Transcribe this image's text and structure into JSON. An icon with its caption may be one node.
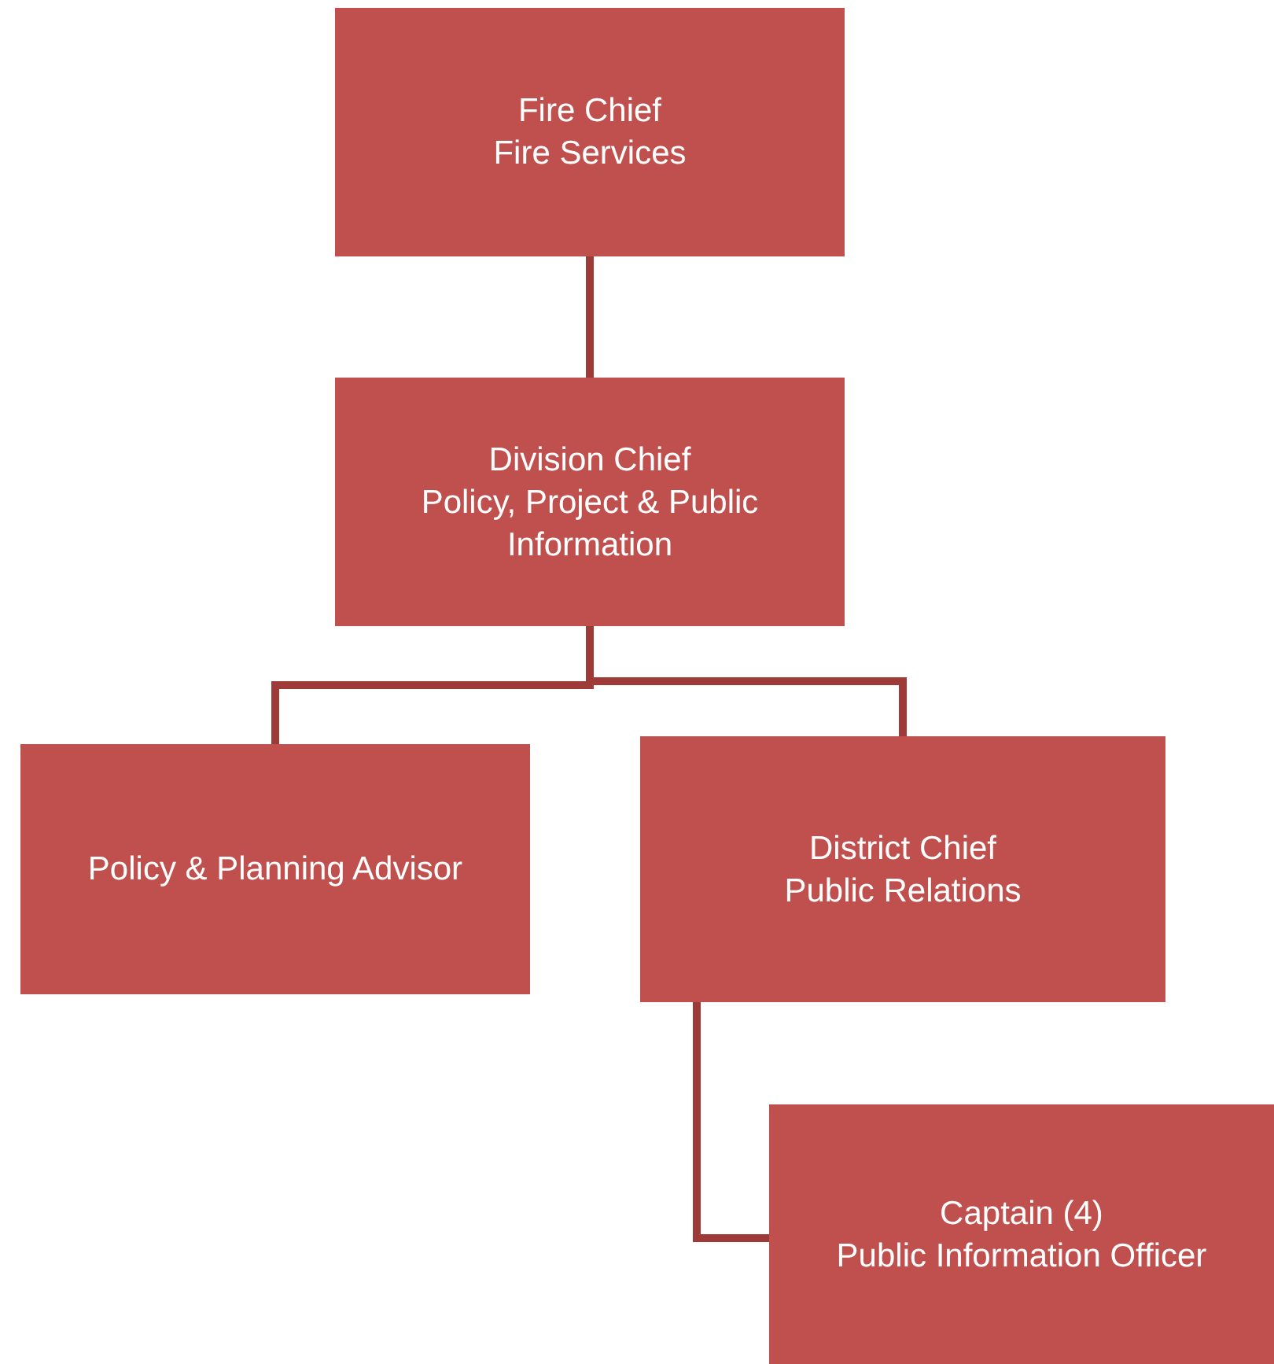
{
  "diagram": {
    "nodes": [
      {
        "text": [
          "Fire Chief",
          "Fire Services"
        ]
      },
      {
        "text": [
          "Division Chief",
          "Policy, Project & Public Information"
        ]
      },
      {
        "text": [
          "Policy & Planning Advisor"
        ]
      },
      {
        "text": [
          "District Chief",
          "Public Relations"
        ]
      },
      {
        "text": [
          "Captain (4)",
          "Public Information Officer"
        ]
      }
    ],
    "edges": [
      {
        "from": 0,
        "to": 1,
        "arrow": "none"
      },
      {
        "from": 1,
        "to": 2,
        "arrow": "none"
      },
      {
        "from": 1,
        "to": 3,
        "arrow": "none"
      },
      {
        "from": 3,
        "to": 4,
        "arrow": "none"
      }
    ]
  }
}
